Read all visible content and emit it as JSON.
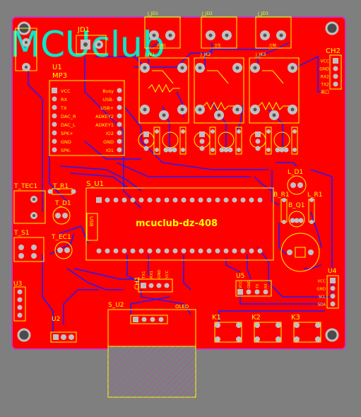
{
  "logo": {
    "text": "MCUclub"
  },
  "board": {
    "main_label": "mcuclub-dz-408"
  },
  "labels": {
    "jd1": "JD1",
    "u1": "U1",
    "mp3": "MP3",
    "ch2": "CH2",
    "t_tec1": "T_TEC1",
    "t_r1": "T_R1",
    "t_d1": "T_D1",
    "t_s1": "T_S1",
    "t_ec1": "T_EC1",
    "s_u1": "S_U1",
    "usb": "USB",
    "l_d1": "L_D1",
    "b_r1": "B_R1",
    "l_r1": "L_R1",
    "b_q1": "B_Q1",
    "u3": "U3",
    "u2": "U2",
    "u4": "U4",
    "u5": "U5",
    "ch1": "CH1",
    "s_u2": "S_U2",
    "oled": "OLED",
    "k1": "K1",
    "k2": "K2",
    "k3": "K3",
    "j_jd1": "J_JD1",
    "j_jd2": "J_JD2",
    "j_jd3": "J_JD3",
    "j_jk1": "J_JK1",
    "j_jk2": "J_JK2",
    "j_jk3": "J_JK3",
    "r_ch1": "风扇1",
    "r_ch2": "卫生",
    "r_ch3": "灯制"
  },
  "mp3_pins_left": [
    "VCC",
    "RX",
    "TX",
    "DAC_R",
    "DAC_L",
    "SPK+",
    "GND",
    "SPK-"
  ],
  "mp3_pins_right": [
    "Busy",
    "USB-",
    "USB+",
    "ADKEY2",
    "ADKEY1",
    "IO2",
    "GND",
    "IO1"
  ],
  "ch2_pins": [
    "VCC",
    "GND",
    "RX2",
    "TX2",
    "串口"
  ],
  "u4_pins": [
    "VCC",
    "GND",
    "SCL",
    "SDA"
  ],
  "u5_pins": [
    "VCC",
    "GND",
    "TX",
    "RX"
  ],
  "ch1_pins": [
    "TX1",
    "RX1",
    "GND",
    "VCC"
  ],
  "colors": {
    "board": "#ff0000",
    "trace": "#1c1cff",
    "silk": "#ffff00",
    "pad": "#b9b9b9",
    "logo": "#12e6c8",
    "outline": "#ff00ff"
  }
}
